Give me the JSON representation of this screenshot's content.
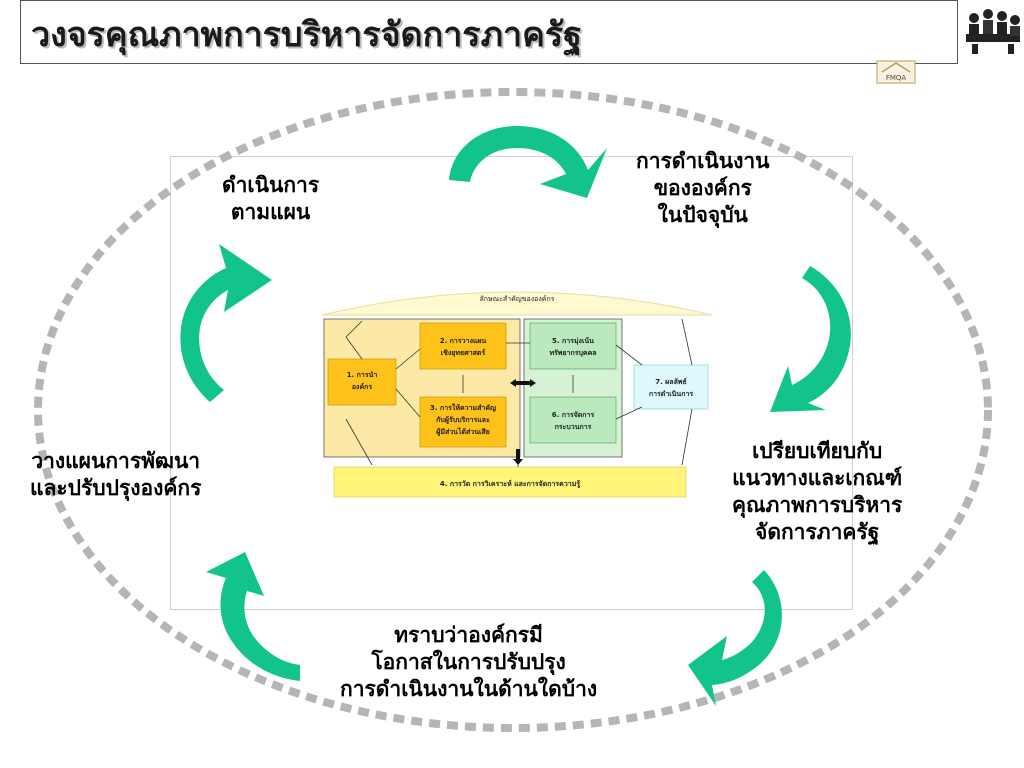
{
  "title": "วงจรคุณภาพการบริหารจัดการภาครัฐ",
  "logo": {
    "text": "FMQA"
  },
  "cycle": {
    "steps": [
      {
        "lines": [
          "ดำเนินการ",
          "ตามแผน"
        ]
      },
      {
        "lines": [
          "การดำเนินงาน",
          "ขององค์กร",
          "ในปัจจุบัน"
        ]
      },
      {
        "lines": [
          "เปรียบเทียบกับ",
          "แนวทางและเกณฑ์",
          "คุณภาพการบริหาร",
          "จัดการภาครัฐ"
        ]
      },
      {
        "lines": [
          "ทราบว่าองค์กรมี",
          "โอกาสในการปรับปรุง",
          "การดำเนินงานในด้านใดบ้าง"
        ]
      },
      {
        "lines": [
          "วางแผนการพัฒนา",
          "และปรับปรุงองค์กร"
        ]
      }
    ]
  },
  "diagram": {
    "header": "ลักษณะสำคัญขององค์กร",
    "boxes": {
      "b1": [
        "1. การนำ",
        "องค์กร"
      ],
      "b2": [
        "2. การวางแผน",
        "เชิงยุทธศาสตร์"
      ],
      "b3": [
        "3. การให้ความสำคัญ",
        "กับผู้รับบริการและ",
        "ผู้มีส่วนได้ส่วนเสีย"
      ],
      "b5": [
        "5. การมุ่งเน้น",
        "ทรัพยากรบุคคล"
      ],
      "b6": [
        "6. การจัดการ",
        "กระบวนการ"
      ],
      "b7": [
        "7. ผลลัพธ์",
        "การดำเนินการ"
      ],
      "b4": "4. การวัด การวิเคราะห์ และการจัดการความรู้"
    }
  },
  "colors": {
    "arrow": "#12c48c",
    "dash": "#b5b5b5",
    "yellow_bg": "#fde9a6",
    "yellow_box": "#ffc21a",
    "green_bg": "#d5f2d4",
    "green_box": "#b9e9bc",
    "cyan_box": "#dff8fb"
  }
}
